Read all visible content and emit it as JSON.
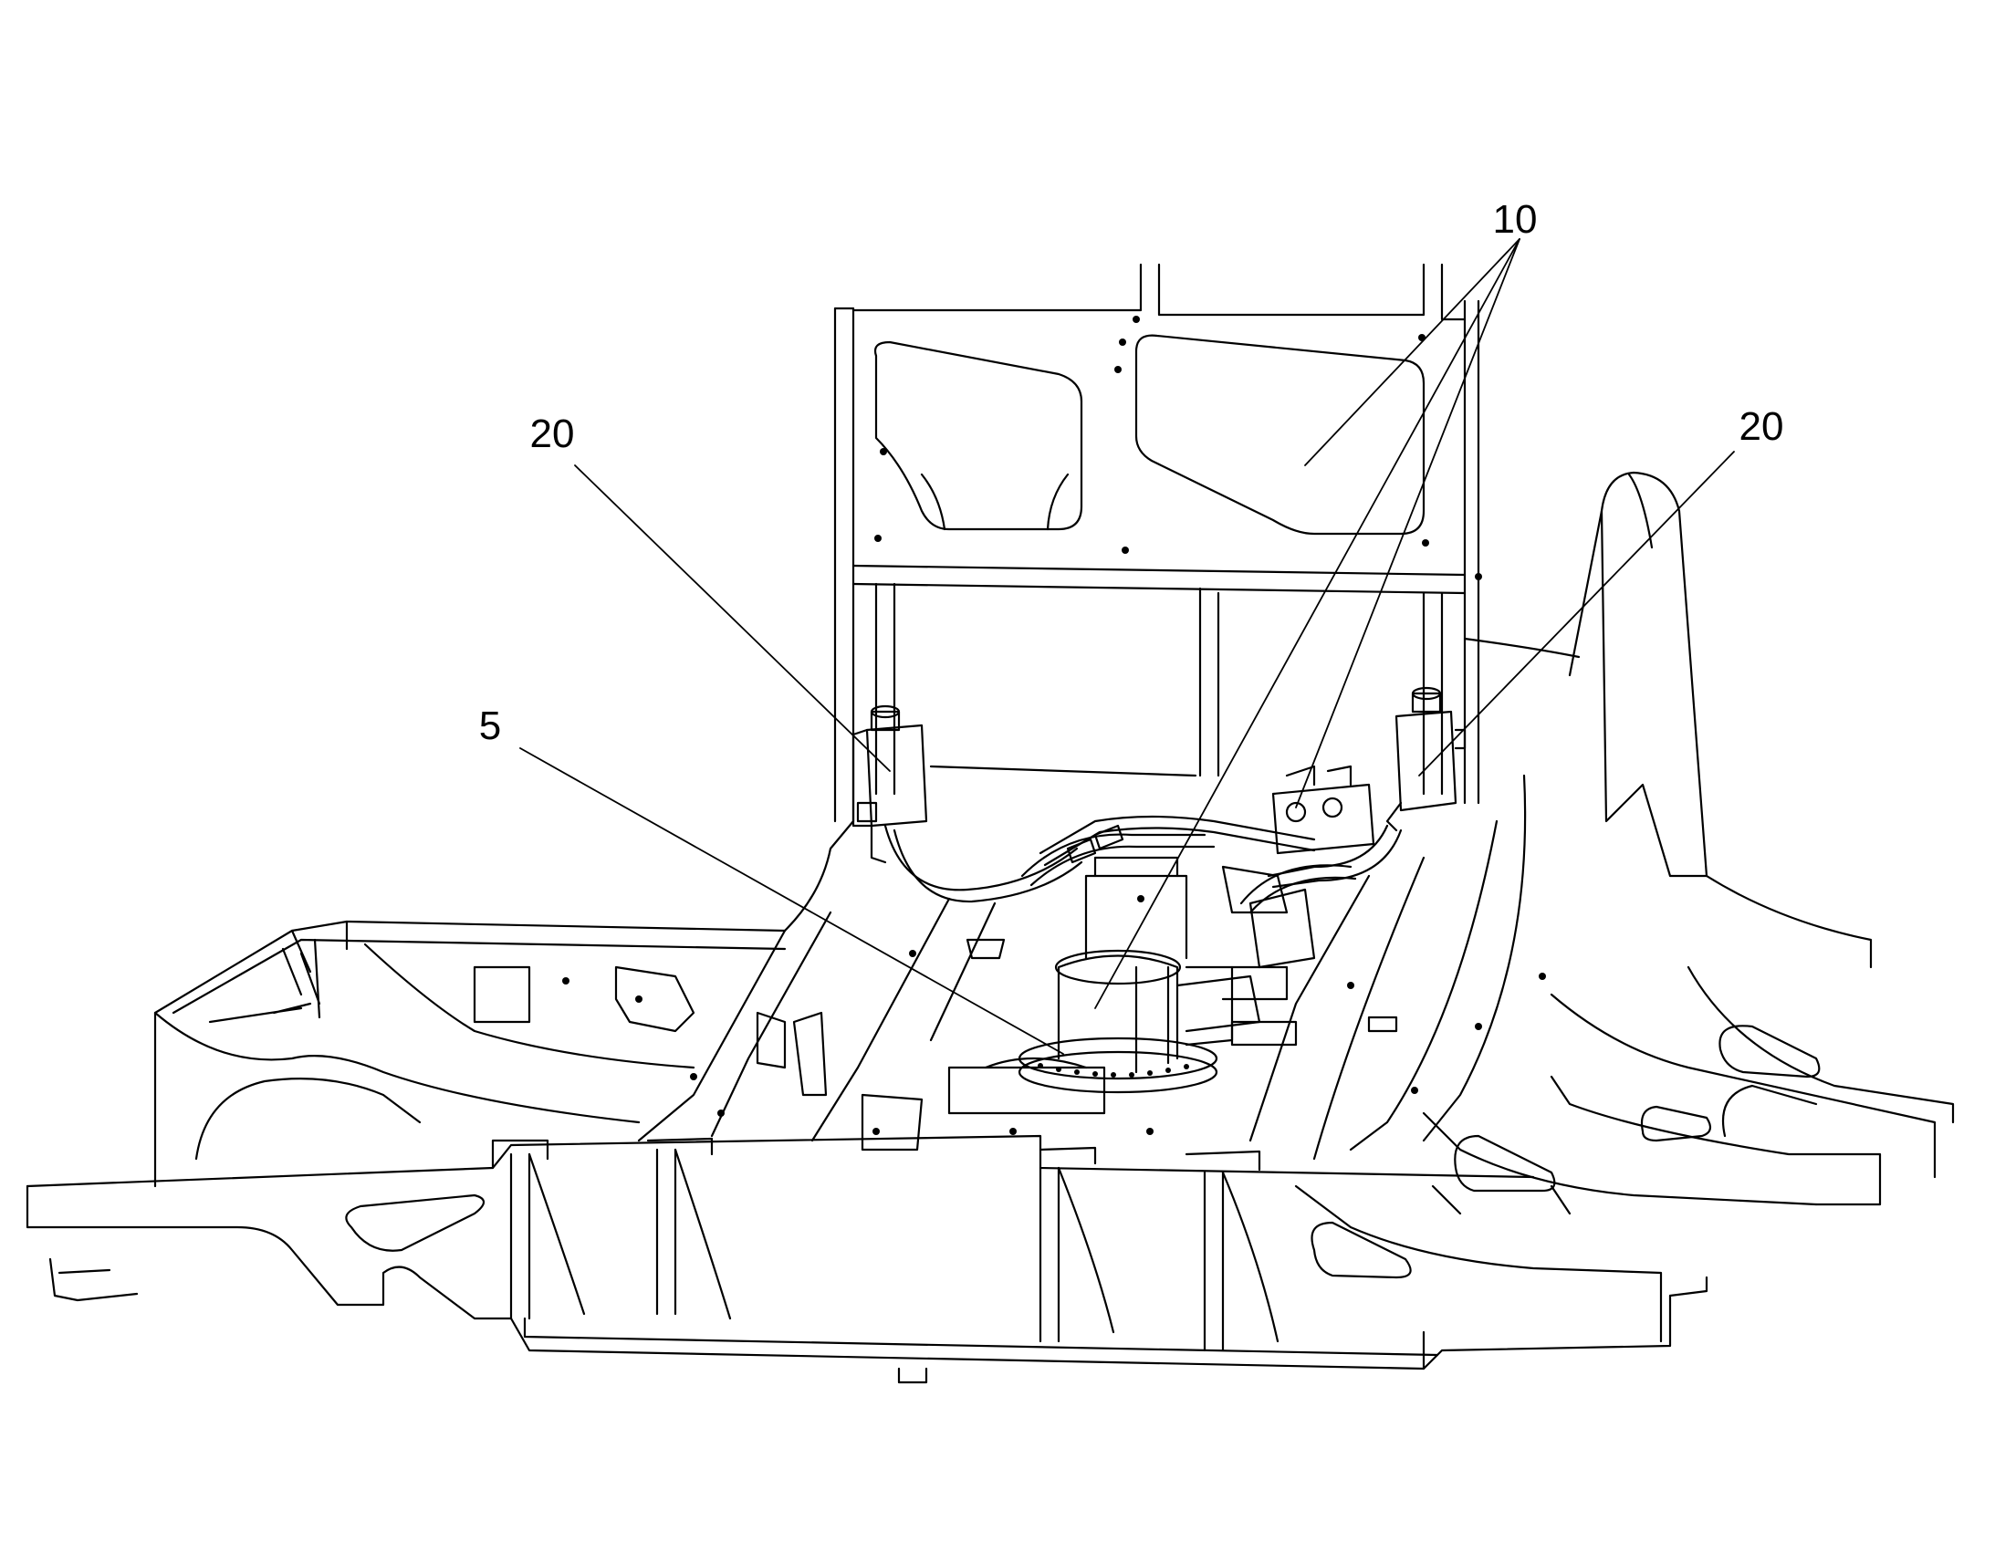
{
  "callouts": {
    "frame_pump": "10",
    "valve_left": "20",
    "valve_right": "20",
    "swivel": "5"
  },
  "colors": {
    "line": "#000000",
    "background": "#ffffff",
    "shade": "#d9d9d9"
  }
}
